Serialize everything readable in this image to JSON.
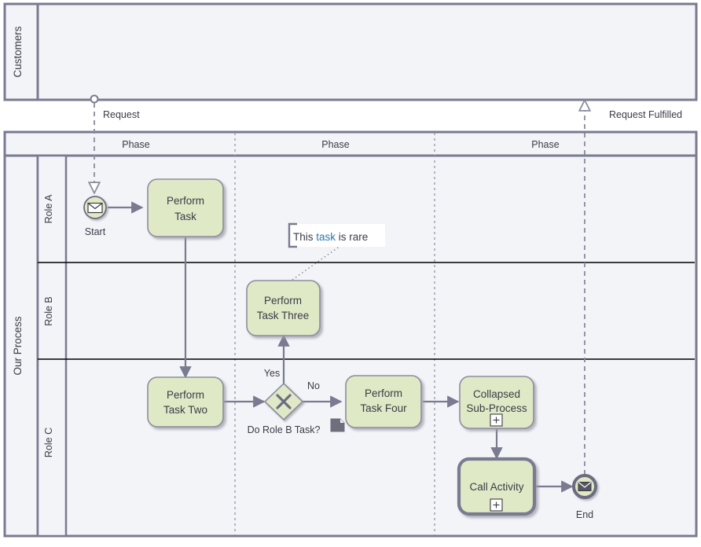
{
  "diagram": {
    "type": "bpmn-collaboration-diagram",
    "title": "",
    "colors": {
      "pool_border": "#7a7a90",
      "pool_header_fill": "#f3f4f8",
      "pool_body_fill": "#f3f4f8",
      "lane_divider": "#000000",
      "task_fill": "#dfe9c5",
      "task_border": "#8d8d9e",
      "task_shadow": "#b9b9c4",
      "text": "#3b3b47",
      "link_text": "#2878b4",
      "flow": "#7a7a90",
      "event_fill": "#dfe9c5",
      "event_border": "#6c6c80",
      "annotation_fill": "#ffffff",
      "doc_icon": "#6e6e7d",
      "phase_divider": "#9b9baa"
    }
  },
  "pools": [
    {
      "name": "customers-pool",
      "label": "Customers",
      "lanes": [],
      "empty": true
    },
    {
      "name": "our-process-pool",
      "label": "Our Process",
      "lanes": [
        {
          "label": "Role A"
        },
        {
          "label": "Role B"
        },
        {
          "label": "Role C"
        }
      ],
      "phases": [
        {
          "label": "Phase"
        },
        {
          "label": "Phase"
        },
        {
          "label": "Phase"
        }
      ]
    }
  ],
  "events": [
    {
      "name": "start-event",
      "label": "Start",
      "event_type": "message-start",
      "icon": "envelope-icon",
      "lane": "Role A"
    },
    {
      "name": "end-event",
      "label": "End",
      "event_type": "message-end",
      "icon": "envelope-filled-icon",
      "lane": "Role C"
    }
  ],
  "tasks": [
    {
      "name": "task-perform-task",
      "label_lines": [
        "Perform",
        "Task"
      ],
      "lane": "Role A",
      "style": "task",
      "link": false,
      "marker": ""
    },
    {
      "name": "task-perform-task-two",
      "label_lines": [
        "Perform",
        "Task Two"
      ],
      "lane": "Role C",
      "style": "task",
      "link": true,
      "marker": ""
    },
    {
      "name": "task-perform-task-three",
      "label_lines": [
        "Perform",
        "Task Three"
      ],
      "lane": "Role B",
      "style": "task",
      "link": false,
      "marker": ""
    },
    {
      "name": "task-perform-task-four",
      "label_lines": [
        "Perform",
        "Task Four"
      ],
      "lane": "Role C",
      "style": "task",
      "link": false,
      "marker": ""
    },
    {
      "name": "task-collapsed-subprocess",
      "label_lines": [
        "Collapsed",
        "Sub-Process"
      ],
      "lane": "Role C",
      "style": "subprocess",
      "link": false,
      "marker": "plus"
    },
    {
      "name": "task-call-activity",
      "label_lines": [
        "Call Activity"
      ],
      "lane": "Role C",
      "style": "call-activity",
      "link": false,
      "marker": "plus"
    }
  ],
  "gateways": [
    {
      "name": "gateway-do-role-b-task",
      "label": "Do Role B Task?",
      "gateway_type": "exclusive",
      "marker": "x-icon",
      "lane": "Role C"
    }
  ],
  "flow_labels": {
    "yes": "Yes",
    "no": "No"
  },
  "message_flows": [
    {
      "name": "message-flow-request",
      "label": "Request"
    },
    {
      "name": "message-flow-request-fulfilled",
      "label": "Request Fulfilled"
    }
  ],
  "annotations": [
    {
      "name": "text-annotation-task-rare",
      "text_before": "This ",
      "link_text": "task",
      "text_after": " is rare"
    }
  ],
  "artifacts": [
    {
      "name": "document-icon-marker",
      "icon": "document-icon"
    }
  ],
  "markers": {
    "plus": "+",
    "collapsed_symbol": "+"
  }
}
